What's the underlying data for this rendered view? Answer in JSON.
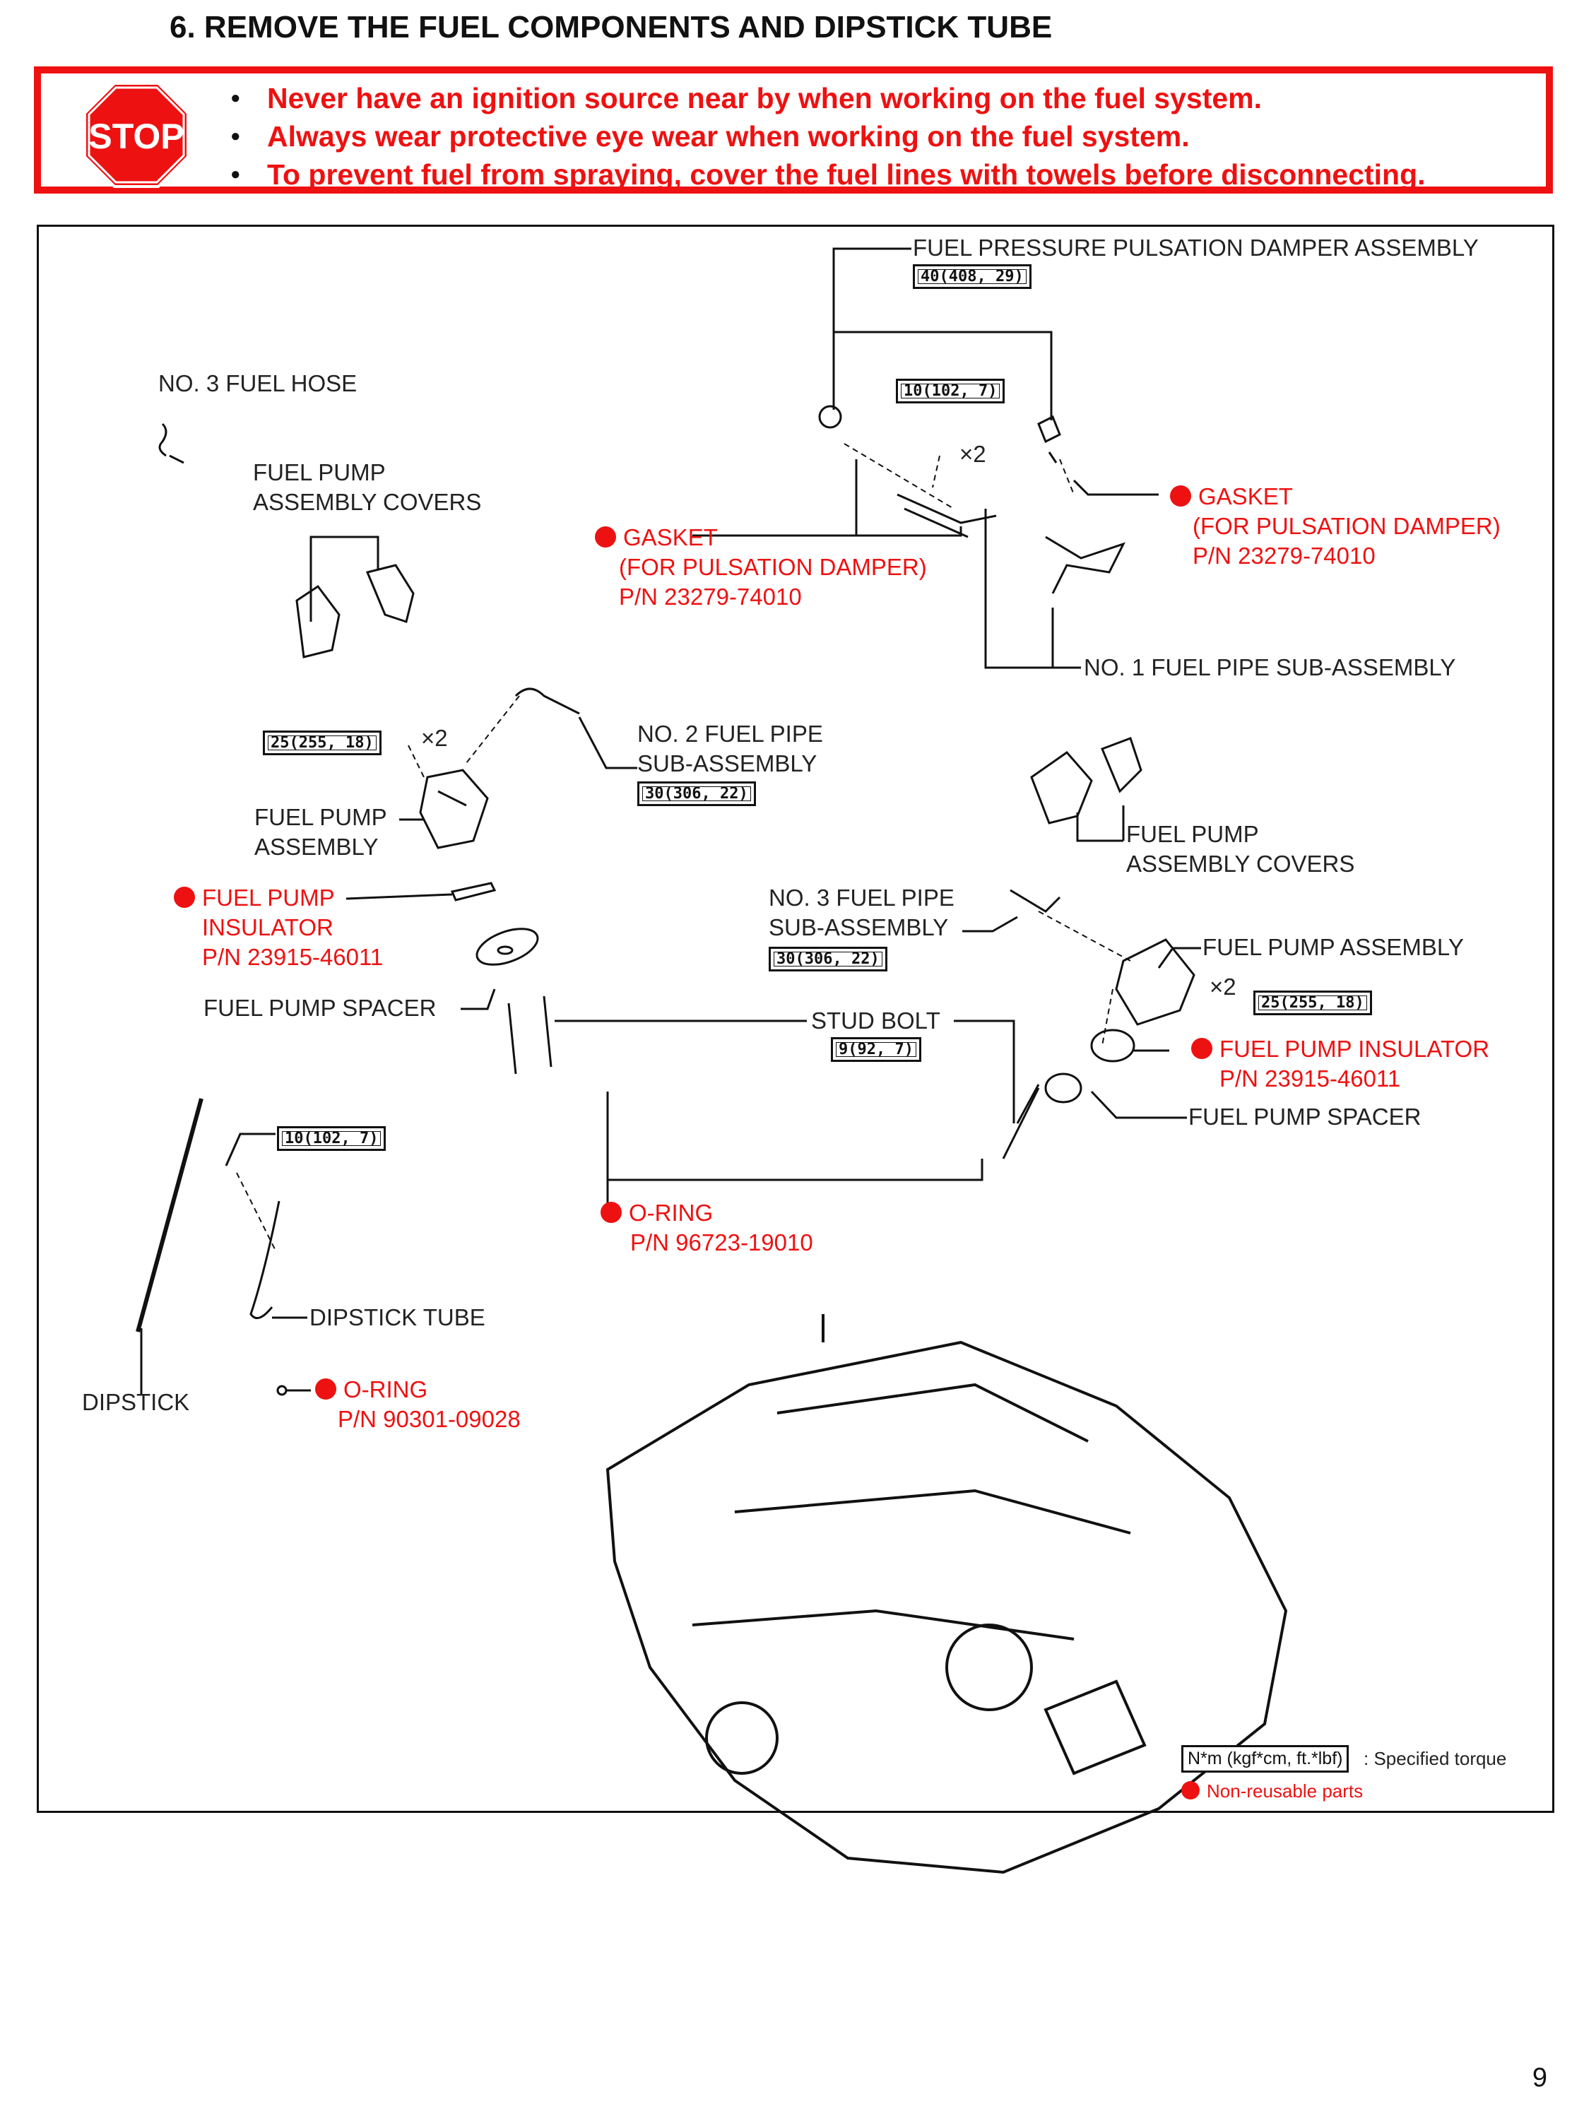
{
  "heading": "6.  REMOVE THE FUEL COMPONENTS AND DIPSTICK TUBE",
  "warning": {
    "sign_text": "STOP",
    "items": [
      "Never have an ignition source near by when working on the fuel system.",
      "Always wear protective eye wear when working on the fuel system.",
      "To prevent fuel from spraying, cover the fuel lines with towels before disconnecting."
    ]
  },
  "labels": {
    "fuel_pressure_damper": "FUEL PRESSURE PULSATION DAMPER ASSEMBLY",
    "no3_fuel_hose": "NO. 3 FUEL HOSE",
    "fuel_pump_covers_1": [
      "FUEL PUMP",
      "ASSEMBLY COVERS"
    ],
    "gasket_left": [
      "GASKET",
      "(FOR PULSATION DAMPER)",
      "P/N 23279-74010"
    ],
    "gasket_right": [
      "GASKET",
      "(FOR PULSATION DAMPER)",
      "P/N 23279-74010"
    ],
    "no1_fuel_pipe": "NO. 1 FUEL PIPE SUB-ASSEMBLY",
    "no2_fuel_pipe": [
      "NO. 2 FUEL PIPE",
      "SUB-ASSEMBLY"
    ],
    "fuel_pump_assembly_left": [
      "FUEL PUMP",
      "ASSEMBLY"
    ],
    "fuel_pump_covers_2": [
      "FUEL PUMP",
      "ASSEMBLY COVERS"
    ],
    "fuel_pump_insulator_left": [
      "FUEL PUMP",
      "INSULATOR",
      "P/N 23915-46011"
    ],
    "no3_fuel_pipe": [
      "NO. 3 FUEL PIPE",
      "SUB-ASSEMBLY"
    ],
    "fuel_pump_assembly_right": "FUEL PUMP ASSEMBLY",
    "fuel_pump_spacer_left": "FUEL PUMP SPACER",
    "stud_bolt": "STUD BOLT",
    "fuel_pump_insulator_right": [
      "FUEL PUMP INSULATOR",
      "P/N 23915-46011"
    ],
    "fuel_pump_spacer_right": "FUEL PUMP SPACER",
    "o_ring_1": [
      "O-RING",
      "P/N 96723-19010"
    ],
    "dipstick_tube": "DIPSTICK TUBE",
    "dipstick": "DIPSTICK",
    "o_ring_2": [
      "O-RING",
      "P/N 90301-09028"
    ],
    "times_two": "×2"
  },
  "torques": {
    "damper": "40(408, 29)",
    "pipe_bolt": "10(102, 7)",
    "pump_left": "25(255, 18)",
    "no2_pipe": "30(306, 22)",
    "no3_pipe": "30(306, 22)",
    "pump_right": "25(255, 18)",
    "stud": "9(92, 7)",
    "dipstick_tube": "10(102, 7)"
  },
  "legend": {
    "torque_unit": "N*m (kgf*cm, ft.*lbf)",
    "torque_text": ": Specified torque",
    "nonreusable_text": "Non-reusable parts"
  },
  "page_number": "9",
  "colors": {
    "warning_red": "#ee1111",
    "ink": "#111111"
  }
}
